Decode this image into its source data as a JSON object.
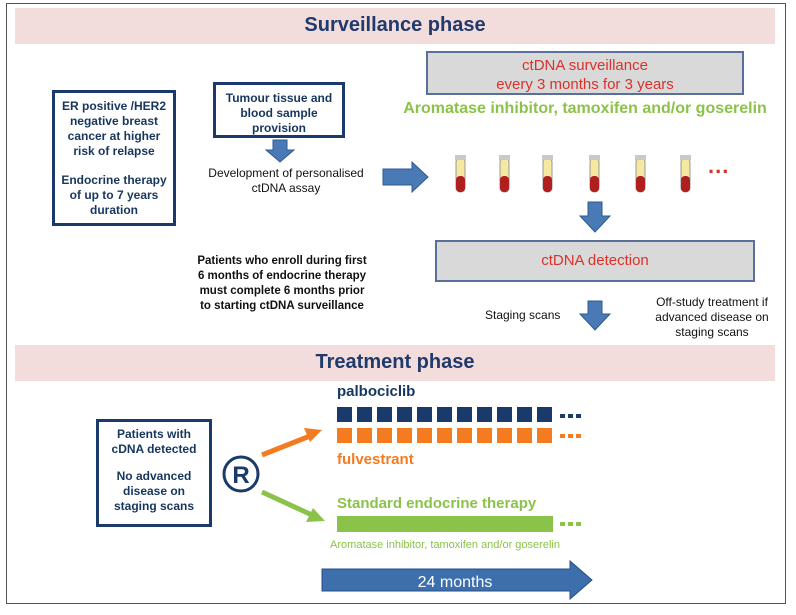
{
  "surveillance": {
    "title": "Surveillance phase",
    "eligibility_line1": "ER positive /HER2 negative breast cancer at higher risk of relapse",
    "eligibility_line2": "Endocrine therapy of up to 7 years duration",
    "tissue_box": "Tumour tissue and blood sample provision",
    "assay": "Development of personalised ctDNA assay",
    "enroll_note": "Patients who enroll during first 6 months of endocrine therapy must complete 6 months prior to starting ctDNA surveillance",
    "surveillance_box_line1": "ctDNA surveillance",
    "surveillance_box_line2": "every 3 months for 3 years",
    "hormone": "Aromatase inhibitor, tamoxifen and/or goserelin",
    "tubes_more": "...",
    "detection": "ctDNA detection",
    "staging": "Staging scans",
    "offstudy": "Off-study treatment if advanced disease on staging scans"
  },
  "treatment": {
    "title": "Treatment phase",
    "patients_line1": "Patients with cDNA detected",
    "patients_line2": "No advanced disease on staging scans",
    "randomise_symbol": "R",
    "palbociclib": "palbociclib",
    "fulvestrant": "fulvestrant",
    "standard": "Standard endocrine therapy",
    "standard_detail": "Aromatase inhibitor, tamoxifen and/or goserelin",
    "duration": "24 months"
  },
  "colors": {
    "navy": "#1a3a6b",
    "orange": "#f47b20",
    "green": "#8bc34a",
    "red": "#d8322c",
    "band": "#f3dcdc",
    "arrow_blue": "#4a7ab5"
  }
}
